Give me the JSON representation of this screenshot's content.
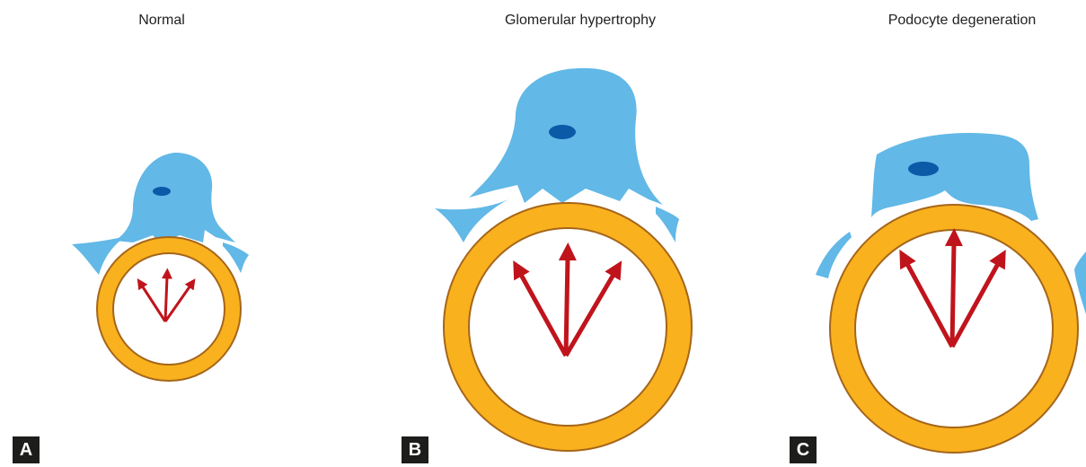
{
  "panels": [
    {
      "letter": "A",
      "title": "Normal"
    },
    {
      "letter": "B",
      "title": "Glomerular hypertrophy"
    },
    {
      "letter": "C",
      "title": "Podocyte degeneration"
    }
  ],
  "colors": {
    "capillary_wall": "#f9b11e",
    "capillary_outline": "#a5661a",
    "podocyte": "#62b8e6",
    "nucleus": "#0a5aa8",
    "arrow": "#c0141c",
    "badge": "#1d1d1b"
  }
}
